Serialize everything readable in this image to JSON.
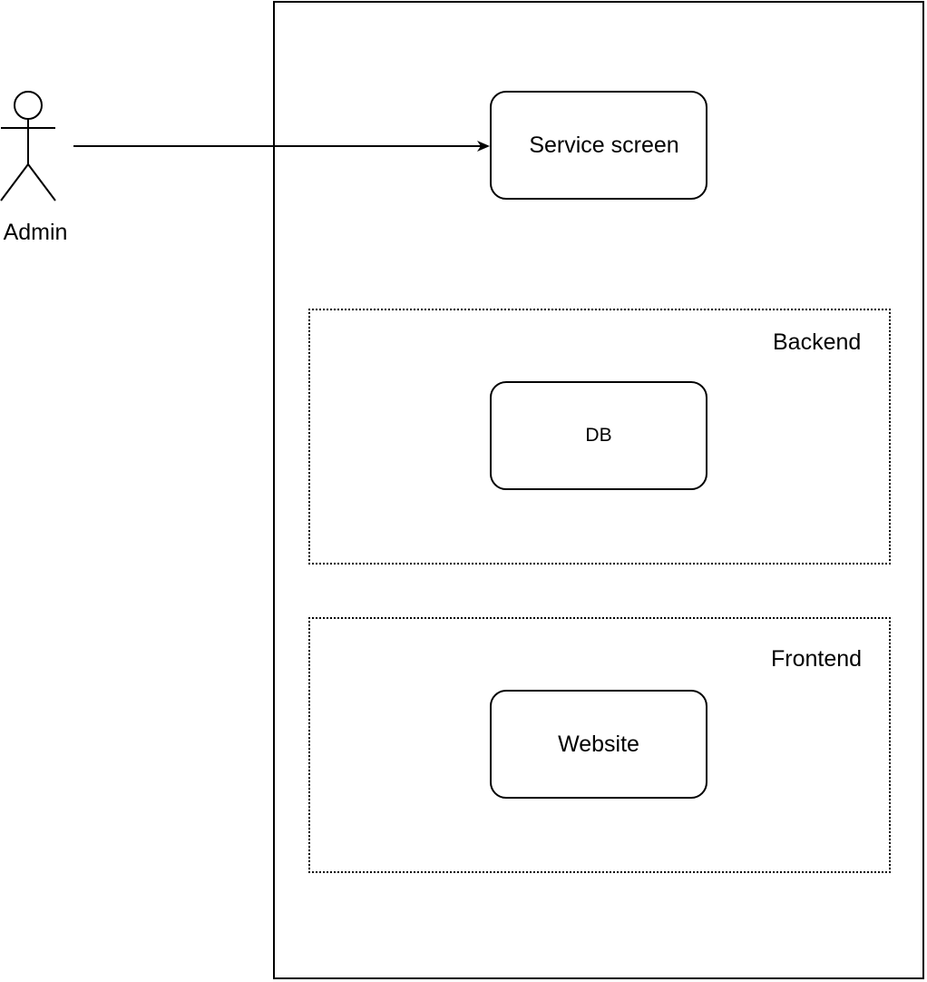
{
  "diagram": {
    "actor": {
      "label": "Admin",
      "icon": "stick-figure-icon"
    },
    "nodes": {
      "service_screen": "Service screen",
      "db": "DB",
      "website": "Website"
    },
    "groups": {
      "backend": "Backend",
      "frontend": "Frontend"
    },
    "edges": [
      {
        "from": "Admin",
        "to": "Service screen"
      }
    ]
  }
}
